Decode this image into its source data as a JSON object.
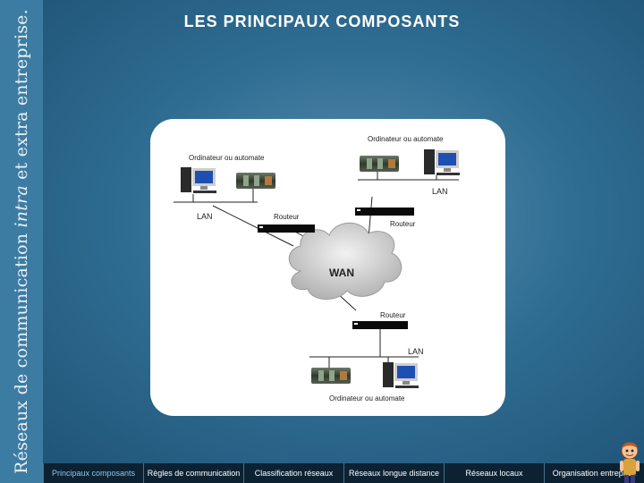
{
  "sidebar": {
    "title_before": "Réseaux de communication ",
    "title_italic": "intra",
    "title_after": " et extra entreprise."
  },
  "slide": {
    "title": "LES PRINCIPAUX COMPOSANTS"
  },
  "diagram": {
    "computer_label": "Ordinateur ou automate",
    "lan_label": "LAN",
    "router_label": "Routeur",
    "wan_label": "WAN"
  },
  "nav": [
    {
      "label": "Principaux composants",
      "active": true
    },
    {
      "label": "Règles de communication",
      "active": false
    },
    {
      "label": "Classification réseaux",
      "active": false
    },
    {
      "label": "Réseaux longue distance",
      "active": false
    },
    {
      "label": "Réseaux locaux",
      "active": false
    },
    {
      "label": "Organisation entreprise",
      "active": false
    }
  ],
  "colors": {
    "background": "#2f6d92",
    "panel": "#ffffff",
    "nav_bar": "#0c2233",
    "active_nav_text": "#8ec4ee"
  }
}
